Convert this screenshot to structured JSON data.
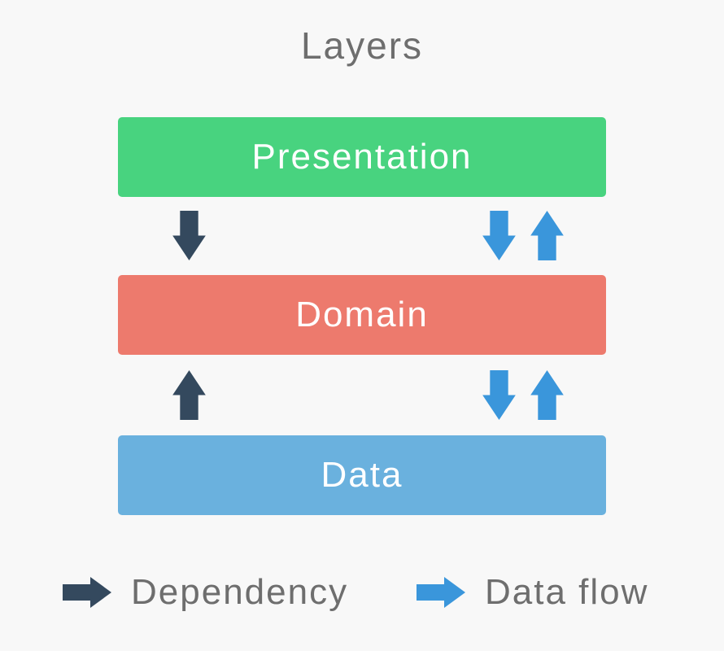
{
  "title": "Layers",
  "colors": {
    "background": "#f8f8f8",
    "presentation_box": "#48d37f",
    "domain_box": "#ed7a6d",
    "data_box": "#6ab1de",
    "dependency_arrow": "#34495e",
    "data_flow_arrow": "#3a96db",
    "heading_text": "#6e6e6e",
    "box_text": "#ffffff"
  },
  "layers": [
    {
      "label": "Presentation"
    },
    {
      "label": "Domain"
    },
    {
      "label": "Data"
    }
  ],
  "legend": [
    {
      "label": "Dependency"
    },
    {
      "label": "Data flow"
    }
  ]
}
